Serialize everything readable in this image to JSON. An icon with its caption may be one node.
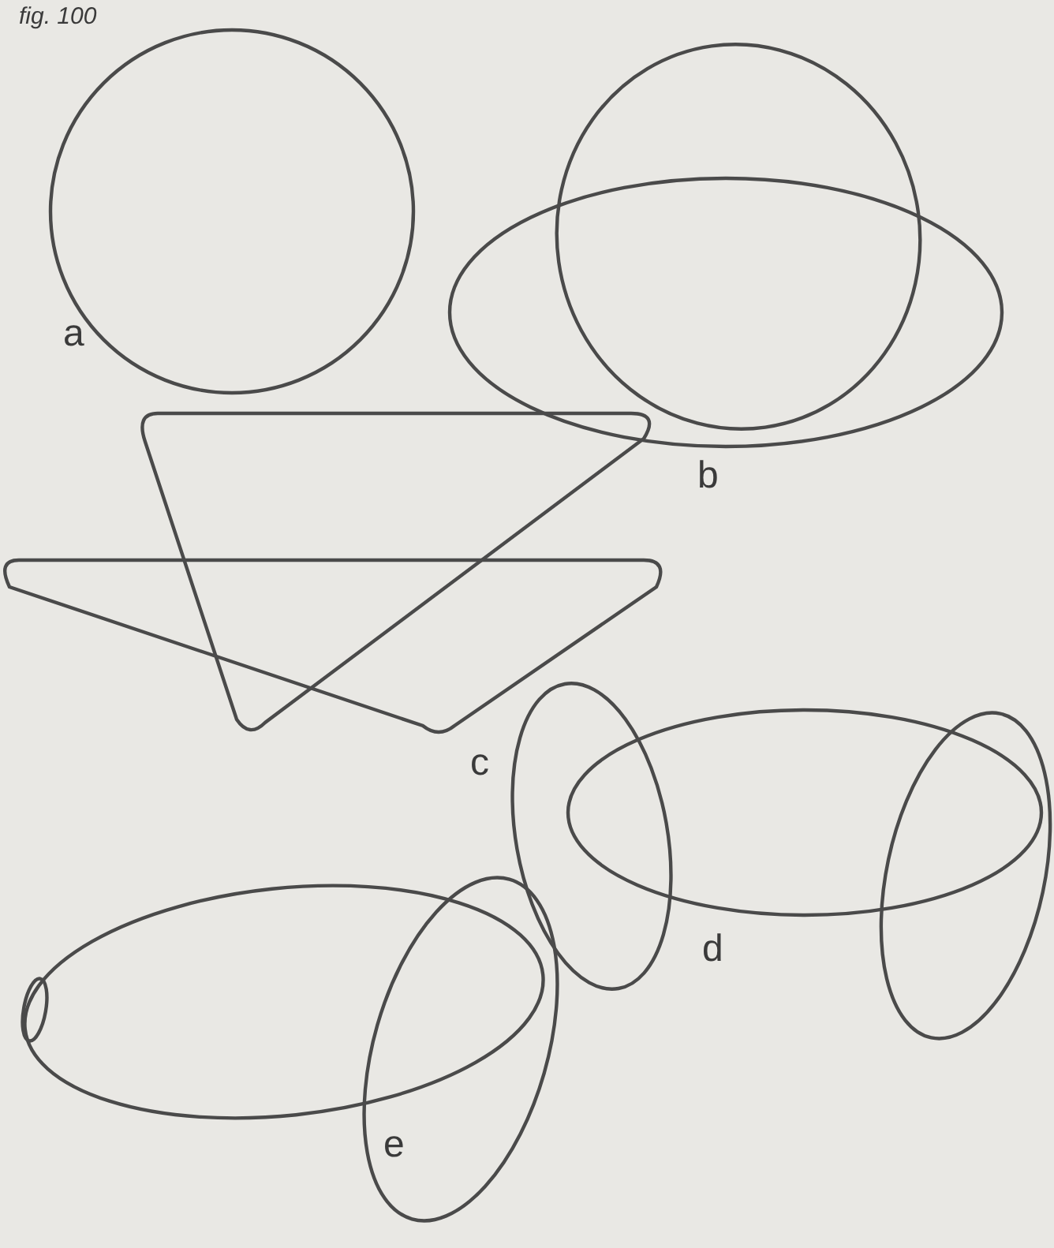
{
  "diagram": {
    "title": "fig. 100",
    "labels": [
      "a",
      "b",
      "c",
      "d",
      "e"
    ]
  }
}
